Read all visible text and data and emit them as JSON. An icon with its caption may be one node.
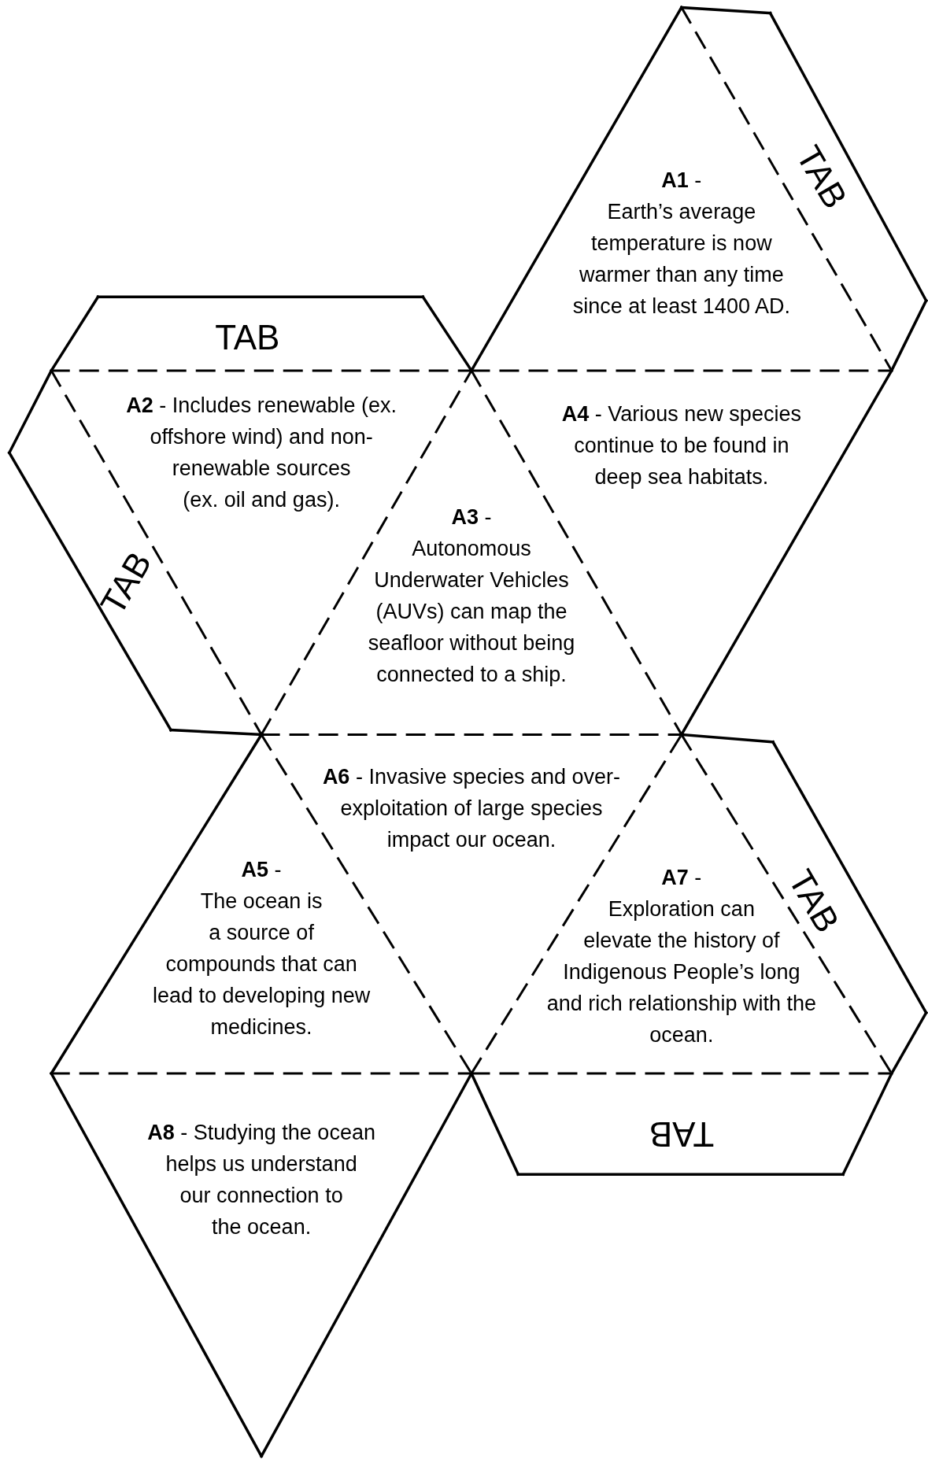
{
  "diagram": {
    "nodes": [
      {
        "text": [
          "**A1** -",
          "Earth’s average temperature is now warmer than any time since at least 1400 AD."
        ]
      },
      {
        "text": [
          "TAB"
        ]
      },
      {
        "text": [
          "TAB"
        ]
      },
      {
        "text": [
          "**A2** - Includes renewable (ex. offshore wind) and non-renewable sources (ex. oil and gas)."
        ]
      },
      {
        "text": [
          "**A4** - Various new species continue to be found in deep sea habitats."
        ]
      },
      {
        "text": [
          "**A3** -",
          "Autonomous Underwater Vehicles (AUVs) can map the seafloor without being connected to a ship."
        ]
      },
      {
        "text": [
          "TAB"
        ]
      },
      {
        "text": [
          "**A6** - Invasive species and over-exploitation of large species impact our ocean."
        ]
      },
      {
        "text": [
          "**A5** -",
          "The ocean is a source of compounds that can lead to developing new medicines."
        ]
      },
      {
        "text": [
          "**A7** -",
          "Exploration can elevate the history of Indigenous People’s long and rich relationship with the ocean."
        ]
      },
      {
        "text": [
          "TAB"
        ]
      },
      {
        "text": [
          "**A8** - Studying the ocean helps us understand our connection to the ocean."
        ]
      },
      {
        "text": [
          "TAB"
        ]
      }
    ]
  }
}
